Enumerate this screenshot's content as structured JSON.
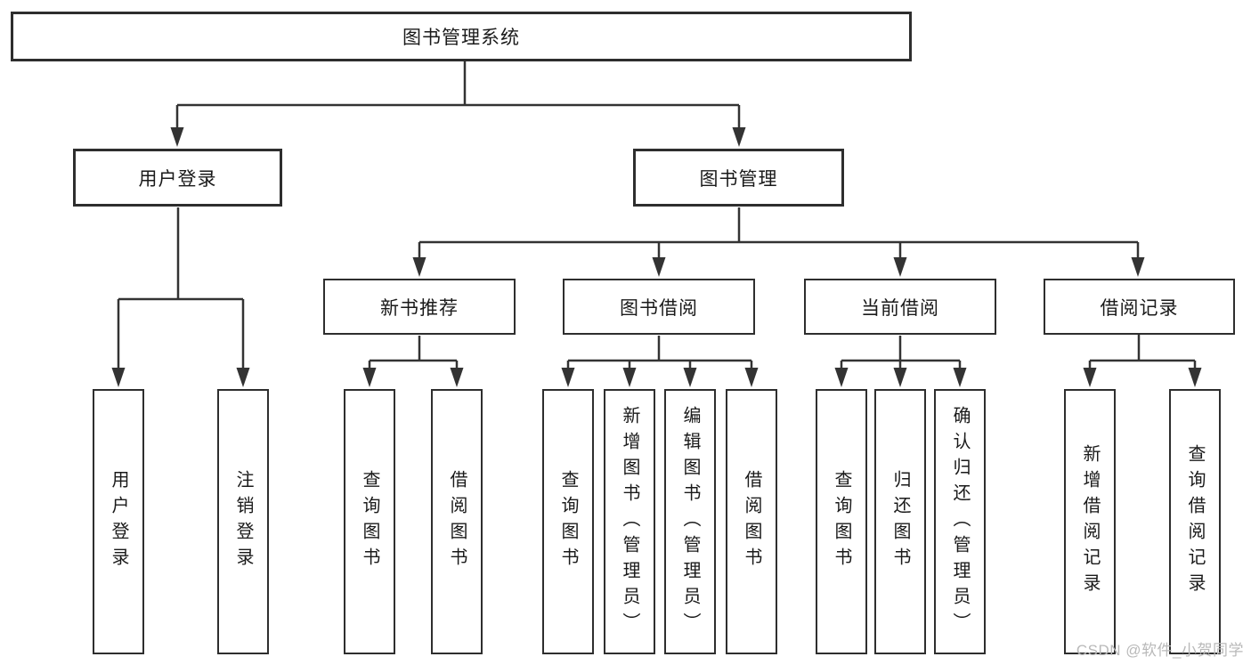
{
  "tree": {
    "label": "图书管理系统",
    "children": [
      {
        "label": "用户登录",
        "children": [
          {
            "label": "用户登录"
          },
          {
            "label": "注销登录"
          }
        ]
      },
      {
        "label": "图书管理",
        "children": [
          {
            "label": "新书推荐",
            "children": [
              {
                "label": "查询图书"
              },
              {
                "label": "借阅图书"
              }
            ]
          },
          {
            "label": "图书借阅",
            "children": [
              {
                "label": "查询图书"
              },
              {
                "label": "新增图书（管理员）"
              },
              {
                "label": "编辑图书（管理员）"
              },
              {
                "label": "借阅图书"
              }
            ]
          },
          {
            "label": "当前借阅",
            "children": [
              {
                "label": "查询图书"
              },
              {
                "label": "归还图书"
              },
              {
                "label": "确认归还（管理员）"
              }
            ]
          },
          {
            "label": "借阅记录",
            "children": [
              {
                "label": "新增借阅记录"
              },
              {
                "label": "查询借阅记录"
              }
            ]
          }
        ]
      }
    ]
  },
  "watermark": {
    "text": "CSDN @软件_小贺同学"
  },
  "colors": {
    "background": "#ffffff",
    "line": "#333333",
    "box_border": "#2e2e2e",
    "text": "#1a1a1a",
    "watermark": "#b9b9b9"
  }
}
